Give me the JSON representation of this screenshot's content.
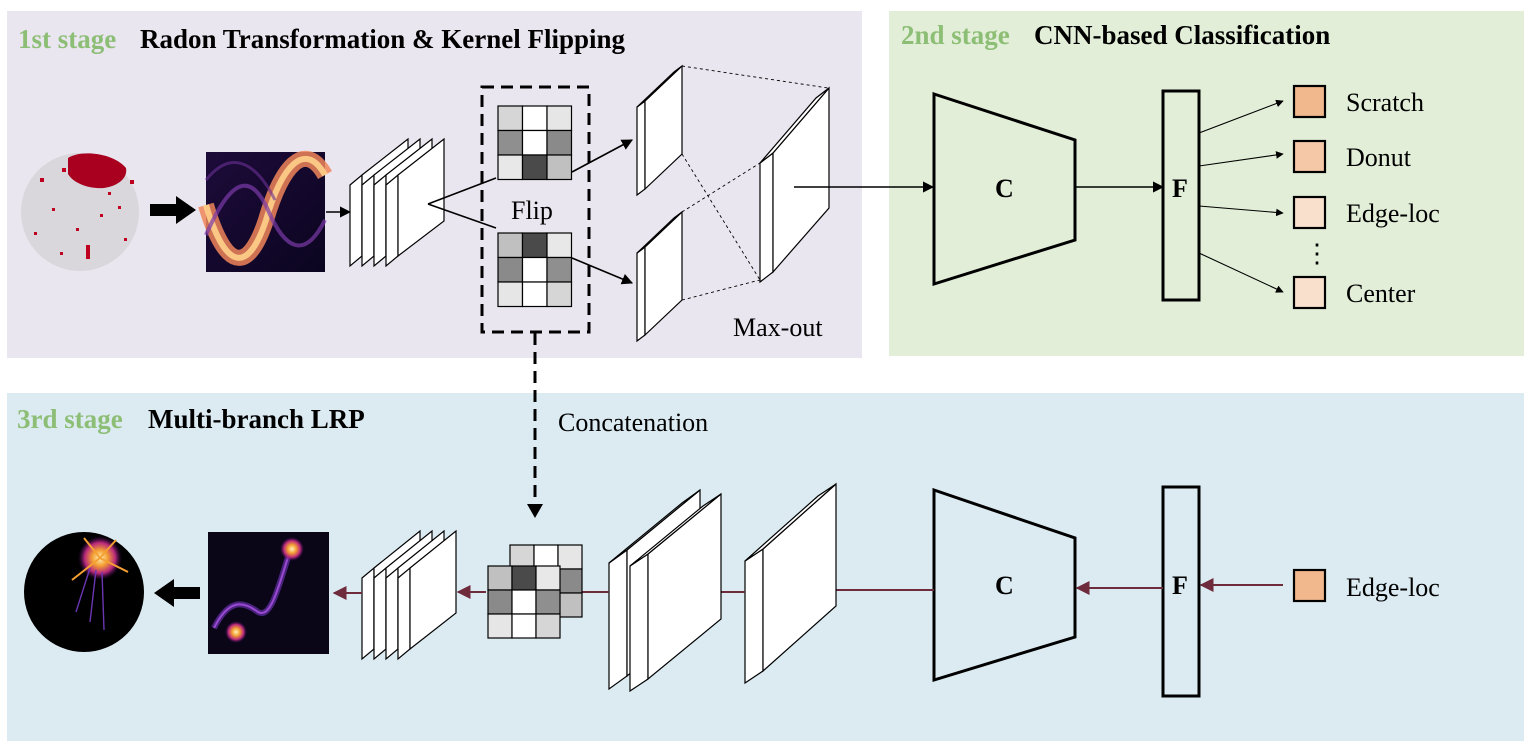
{
  "colors": {
    "stage1_bg": "#eae6ef",
    "stage2_bg": "#e2eed8",
    "stage3_bg": "#dcebf2",
    "stage_label": "#8dbe76",
    "class_1": "#f1b78d",
    "class_2": "#f5c9a8",
    "class_3": "#f9e0cd",
    "lrp_arrow": "#6e2b3c"
  },
  "stage1": {
    "num": "1st stage",
    "title": "Radon Transformation & Kernel Flipping"
  },
  "stage2": {
    "num": "2nd stage",
    "title": "CNN-based Classification"
  },
  "stage3": {
    "num": "3rd stage",
    "title": "Multi-branch LRP"
  },
  "labels": {
    "flip": "Flip",
    "maxout": "Max-out",
    "concat": "Concatenation",
    "conv": "C",
    "fc": "F",
    "dots": "⋮"
  },
  "classes": [
    "Scratch",
    "Donut",
    "Edge-loc",
    "Center"
  ],
  "lrp_class": "Edge-loc",
  "icons": {
    "wafer_input": "wafer-map-icon",
    "sinogram": "radon-sinogram-icon",
    "kernel": "kernel-grid-icon"
  }
}
